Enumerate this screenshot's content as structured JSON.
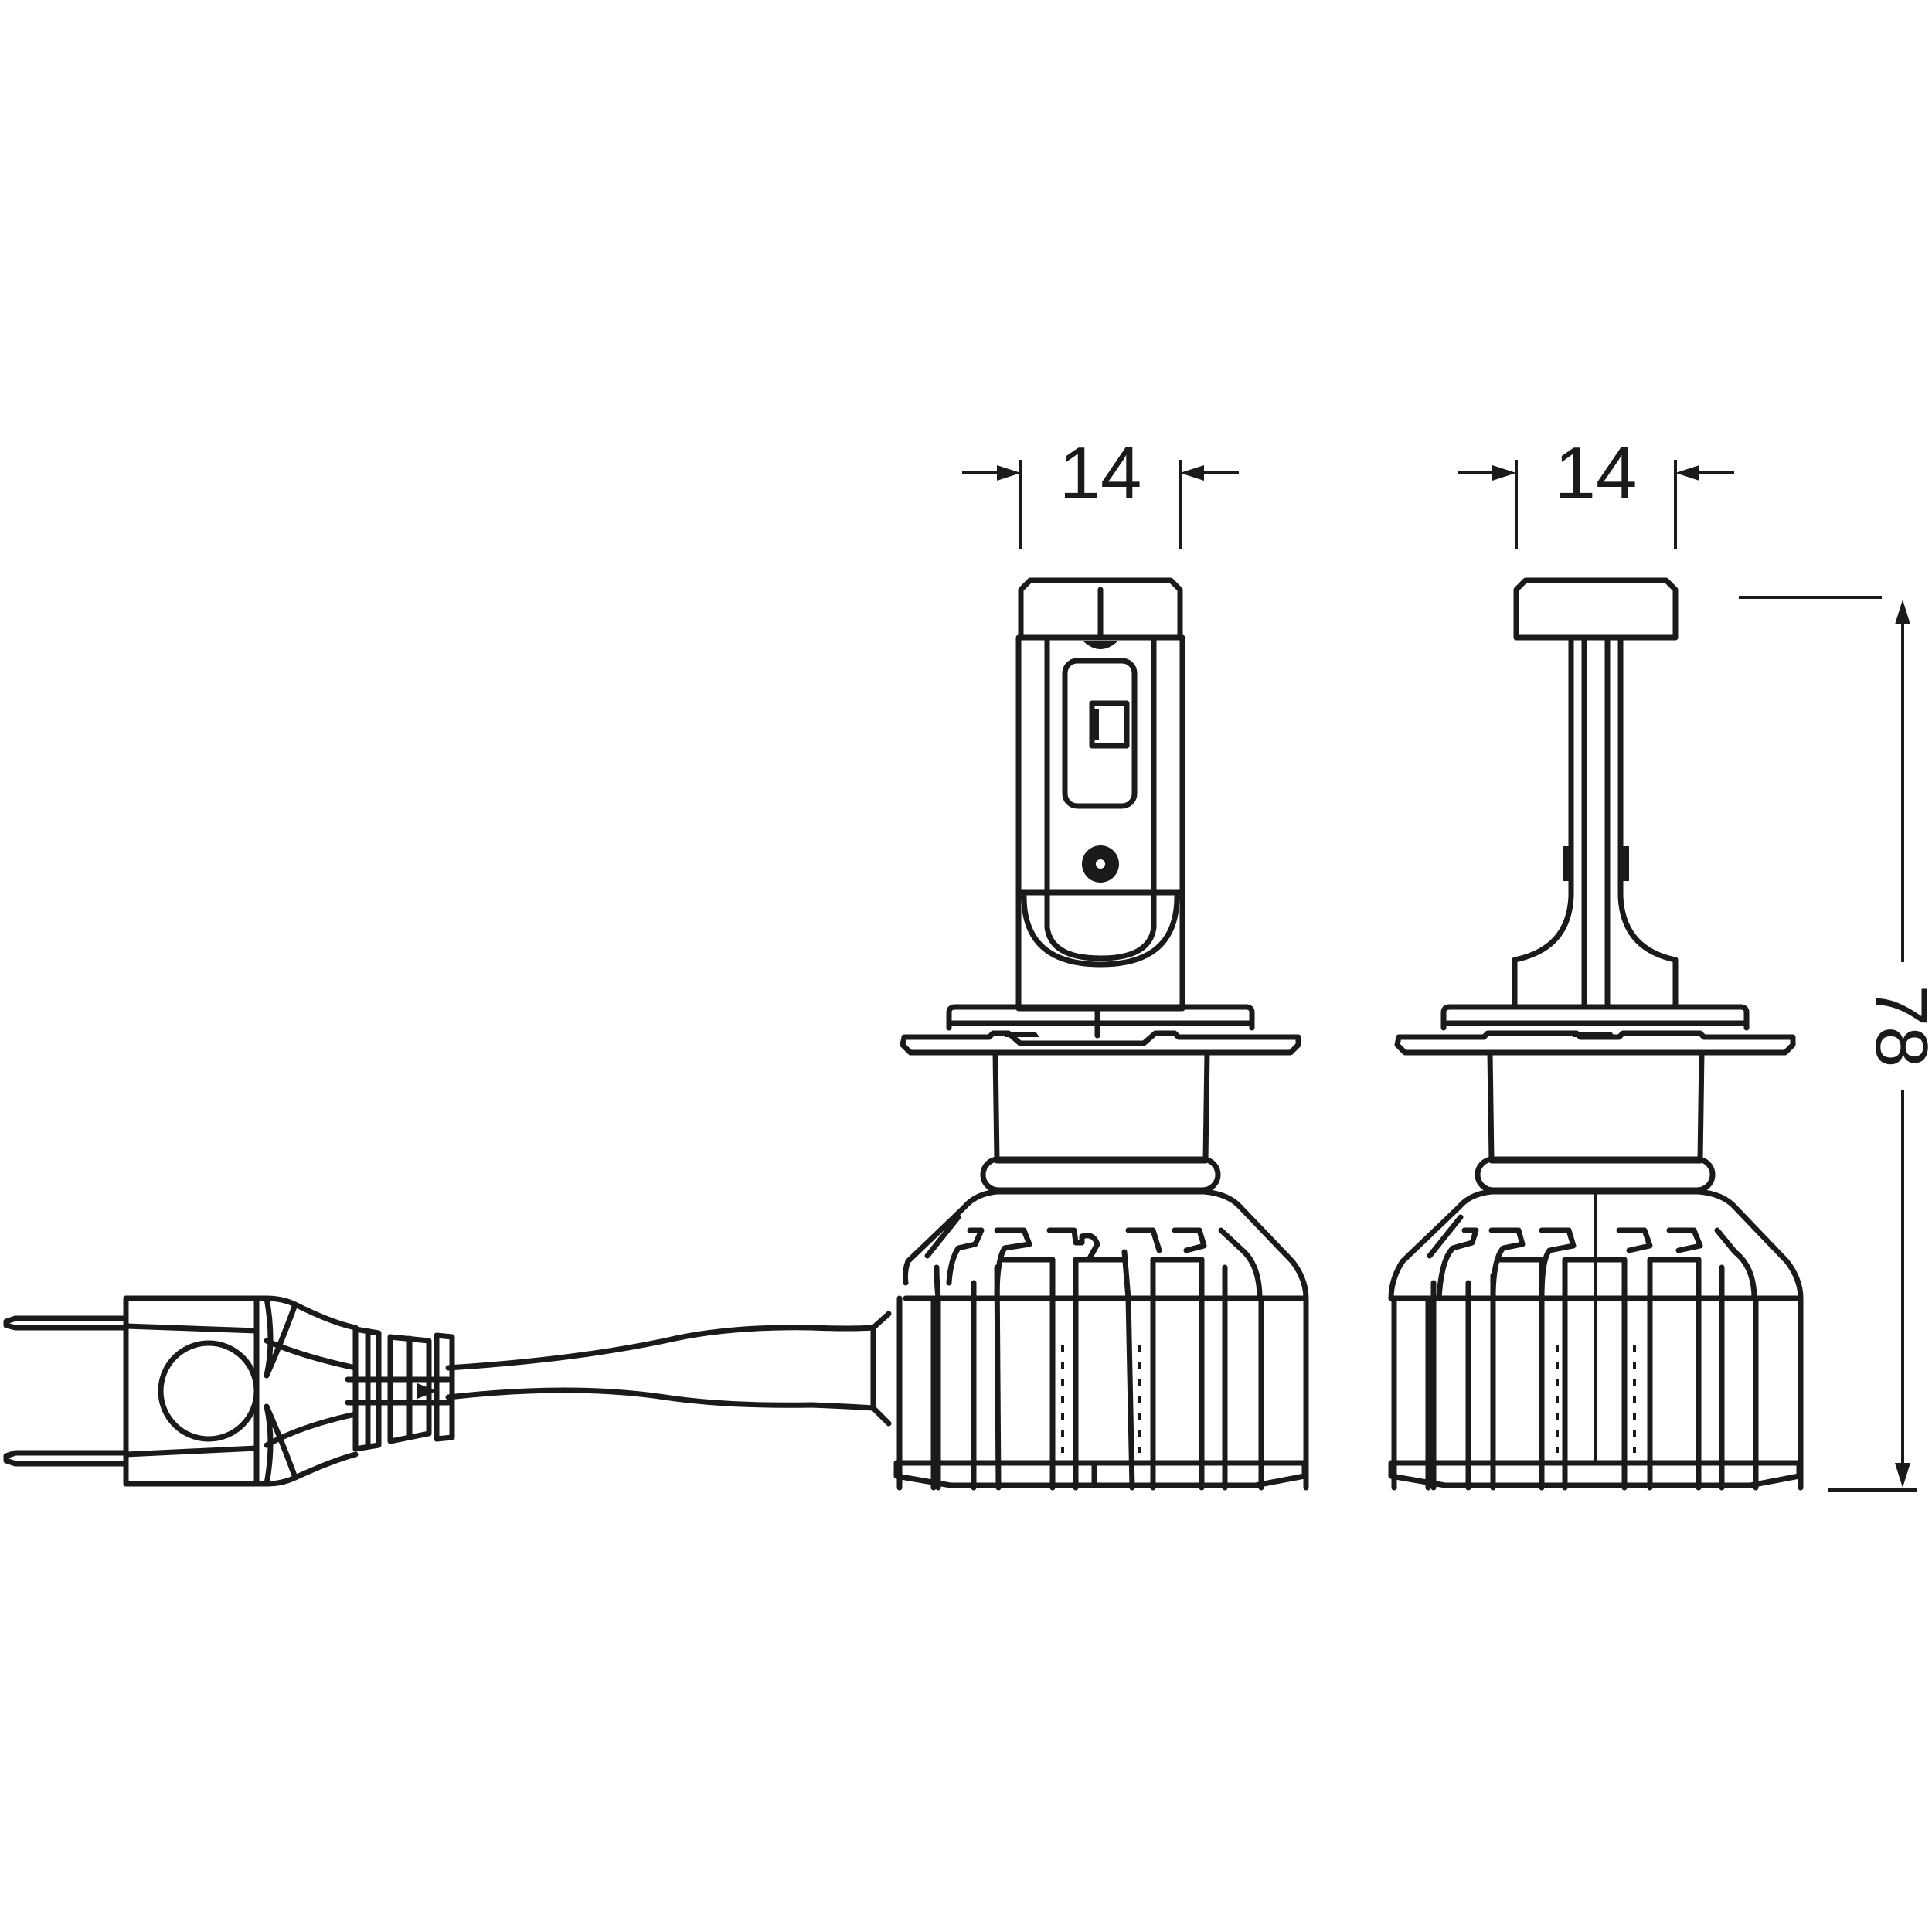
{
  "dimensions": {
    "left_width": "14",
    "right_width": "14",
    "height": "78"
  }
}
